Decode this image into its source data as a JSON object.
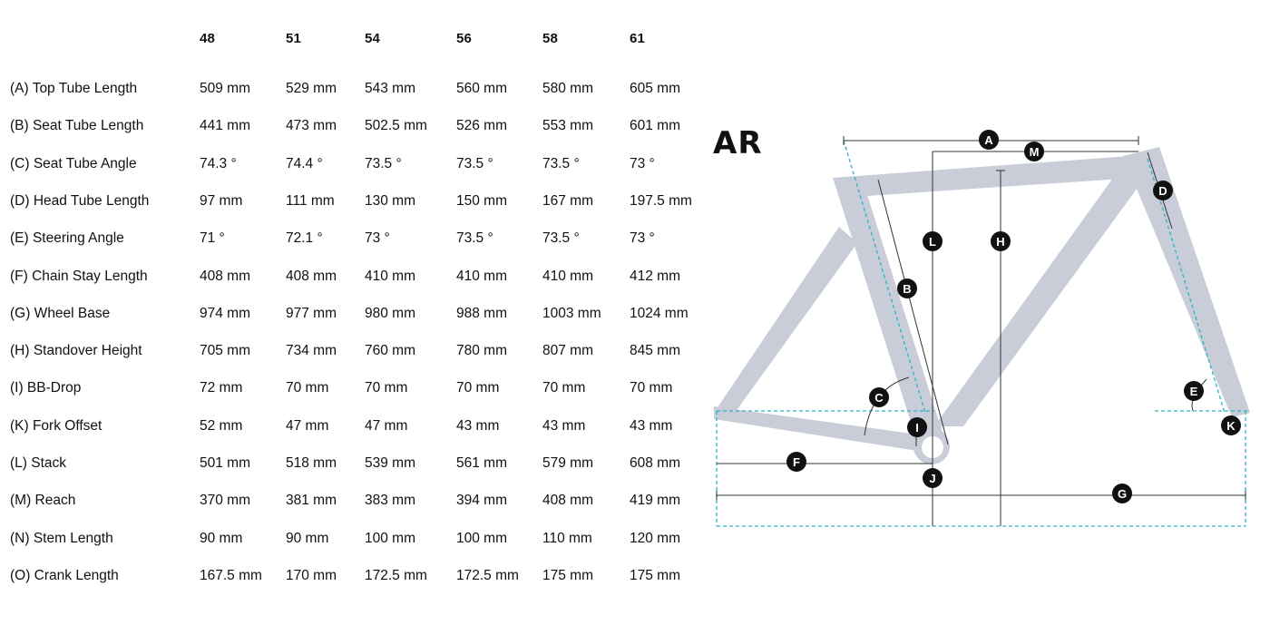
{
  "sizes": [
    "48",
    "51",
    "54",
    "56",
    "58",
    "61"
  ],
  "rows": [
    {
      "label": "(A) Top Tube Length",
      "values": [
        "509 mm",
        "529 mm",
        "543 mm",
        "560 mm",
        "580 mm",
        "605 mm"
      ]
    },
    {
      "label": "(B) Seat Tube Length",
      "values": [
        "441 mm",
        "473 mm",
        "502.5 mm",
        "526 mm",
        "553 mm",
        "601 mm"
      ]
    },
    {
      "label": "(C) Seat Tube Angle",
      "values": [
        "74.3 °",
        "74.4 °",
        "73.5 °",
        "73.5 °",
        "73.5 °",
        "73 °"
      ]
    },
    {
      "label": "(D) Head Tube Length",
      "values": [
        "97 mm",
        "111 mm",
        "130 mm",
        "150 mm",
        "167 mm",
        "197.5 mm"
      ]
    },
    {
      "label": "(E) Steering Angle",
      "values": [
        "71 °",
        "72.1 °",
        "73 °",
        "73.5 °",
        "73.5 °",
        "73 °"
      ]
    },
    {
      "label": "(F) Chain Stay Length",
      "values": [
        "408 mm",
        "408 mm",
        "410 mm",
        "410 mm",
        "410 mm",
        "412 mm"
      ]
    },
    {
      "label": "(G) Wheel Base",
      "values": [
        "974 mm",
        "977 mm",
        "980 mm",
        "988 mm",
        "1003 mm",
        "1024 mm"
      ]
    },
    {
      "label": "(H) Standover Height",
      "values": [
        "705 mm",
        "734 mm",
        "760 mm",
        "780 mm",
        "807 mm",
        "845 mm"
      ]
    },
    {
      "label": "(I) BB-Drop",
      "values": [
        "72 mm",
        "70 mm",
        "70 mm",
        "70 mm",
        "70 mm",
        "70 mm"
      ]
    },
    {
      "label": "(K) Fork Offset",
      "values": [
        "52 mm",
        "47 mm",
        "47 mm",
        "43 mm",
        "43 mm",
        "43 mm"
      ]
    },
    {
      "label": "(L) Stack",
      "values": [
        "501 mm",
        "518 mm",
        "539 mm",
        "561 mm",
        "579 mm",
        "608 mm"
      ]
    },
    {
      "label": "(M) Reach",
      "values": [
        "370 mm",
        "381 mm",
        "383 mm",
        "394 mm",
        "408 mm",
        "419 mm"
      ]
    },
    {
      "label": "(N) Stem Length",
      "values": [
        "90 mm",
        "90 mm",
        "100 mm",
        "100 mm",
        "110 mm",
        "120 mm"
      ]
    },
    {
      "label": "(O) Crank Length",
      "values": [
        "167.5 mm",
        "170 mm",
        "172.5 mm",
        "172.5 mm",
        "175 mm",
        "175 mm"
      ]
    }
  ],
  "diagram": {
    "model": "AR",
    "markers": [
      "A",
      "M",
      "D",
      "L",
      "H",
      "B",
      "C",
      "E",
      "I",
      "K",
      "F",
      "J",
      "G"
    ]
  },
  "colors": {
    "frame": "#c8cdd8",
    "dashed": "#2bb3c8",
    "dimension": "#333333",
    "marker": "#111111",
    "text": "#111111"
  }
}
